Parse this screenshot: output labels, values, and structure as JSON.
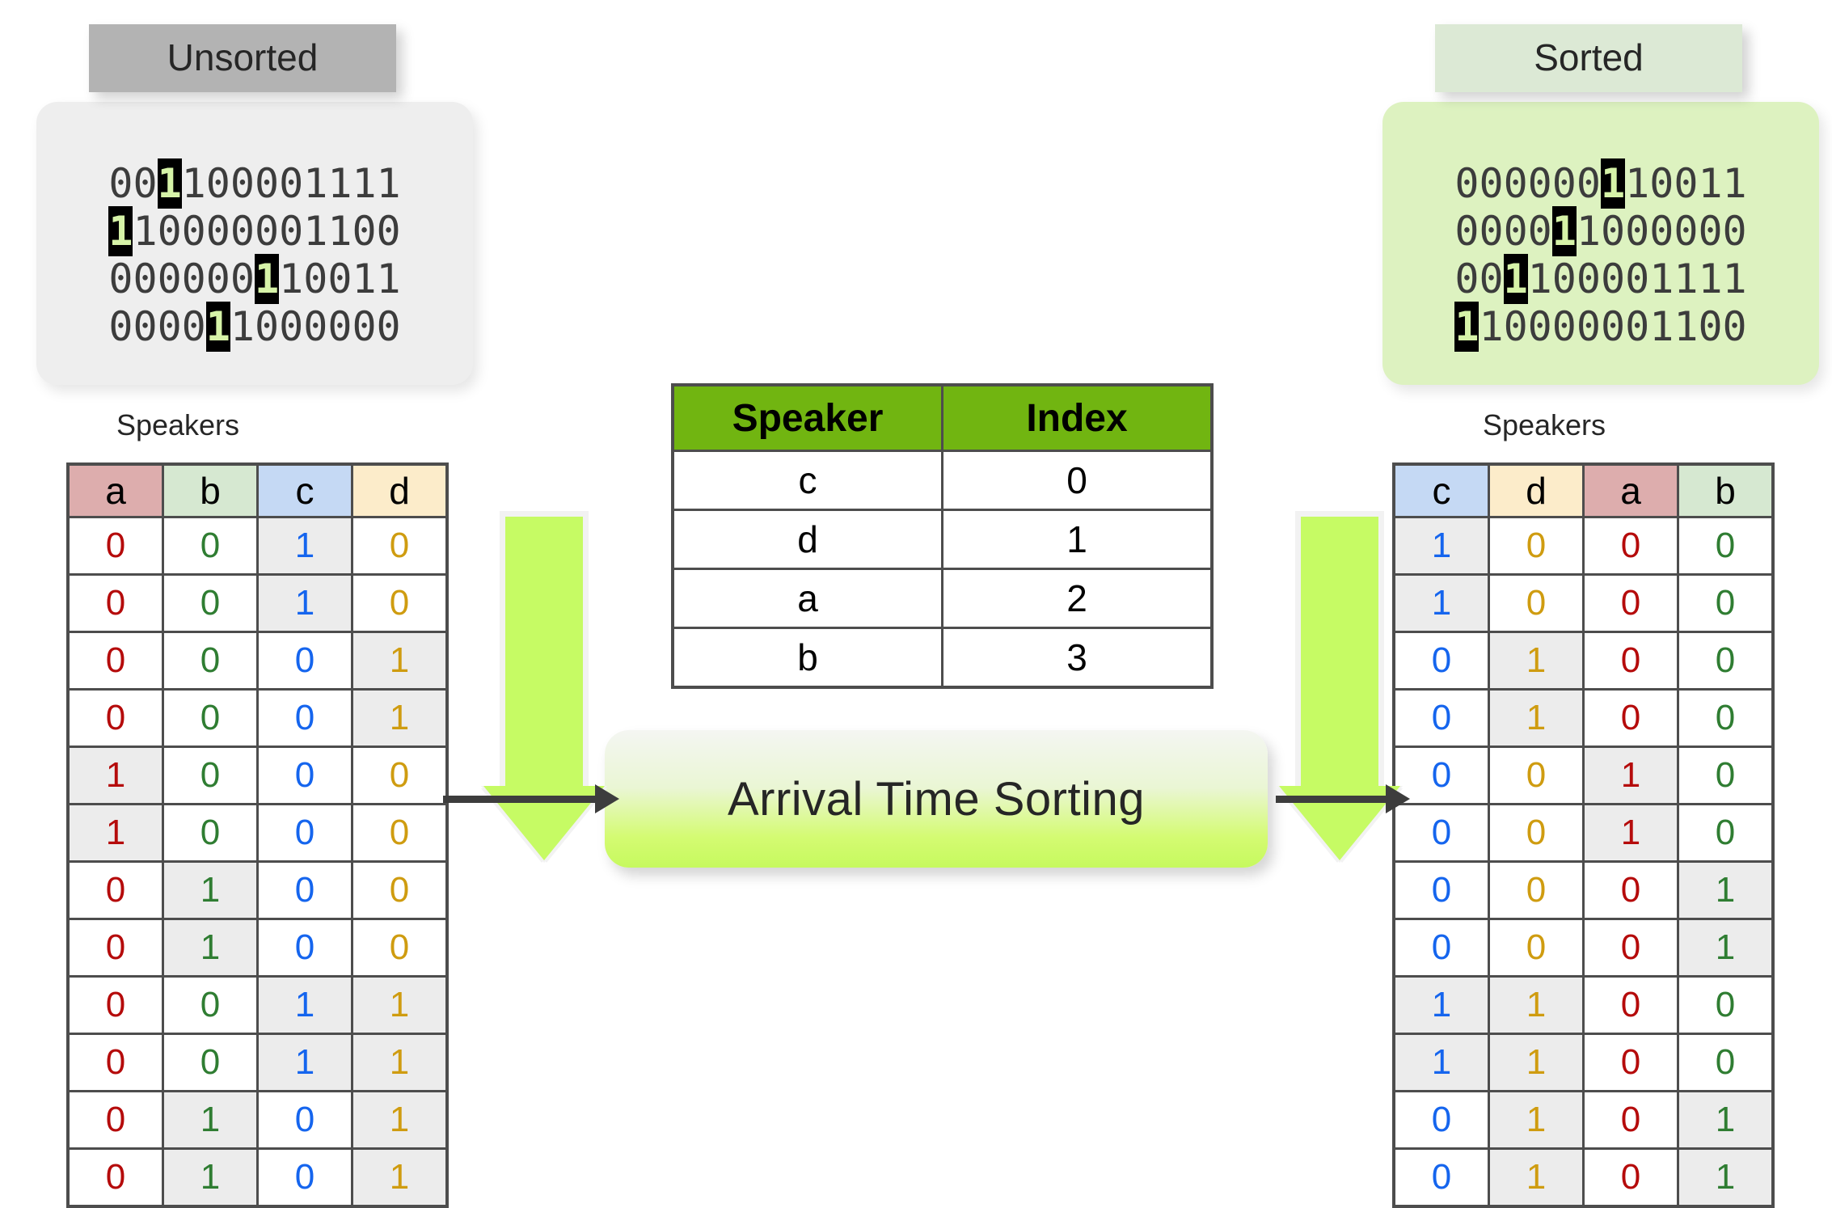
{
  "panels": {
    "unsorted": {
      "title": "Unsorted",
      "title_bg": "#b3b3b3",
      "body_bg": "#eeeeee",
      "rows": [
        {
          "text": "001100001111",
          "highlight_index": 2
        },
        {
          "text": "110000001100",
          "highlight_index": 0
        },
        {
          "text": "000000110011",
          "highlight_index": 6
        },
        {
          "text": "000011000000",
          "highlight_index": 4
        }
      ]
    },
    "sorted": {
      "title": "Sorted",
      "title_bg": "#dce9d5",
      "body_bg": "#ddf2c0",
      "rows": [
        {
          "text": "000000110011",
          "highlight_index": 6
        },
        {
          "text": "000011000000",
          "highlight_index": 4
        },
        {
          "text": "001100001111",
          "highlight_index": 2
        },
        {
          "text": "110000001100",
          "highlight_index": 0
        }
      ]
    }
  },
  "left_table": {
    "caption": "Speakers",
    "columns": [
      "a",
      "b",
      "c",
      "d"
    ],
    "rows": [
      [
        "0",
        "0",
        "1",
        "0"
      ],
      [
        "0",
        "0",
        "1",
        "0"
      ],
      [
        "0",
        "0",
        "0",
        "1"
      ],
      [
        "0",
        "0",
        "0",
        "1"
      ],
      [
        "1",
        "0",
        "0",
        "0"
      ],
      [
        "1",
        "0",
        "0",
        "0"
      ],
      [
        "0",
        "1",
        "0",
        "0"
      ],
      [
        "0",
        "1",
        "0",
        "0"
      ],
      [
        "0",
        "0",
        "1",
        "1"
      ],
      [
        "0",
        "0",
        "1",
        "1"
      ],
      [
        "0",
        "1",
        "0",
        "1"
      ],
      [
        "0",
        "1",
        "0",
        "1"
      ]
    ]
  },
  "right_table": {
    "caption": "Speakers",
    "columns": [
      "c",
      "d",
      "a",
      "b"
    ],
    "rows": [
      [
        "1",
        "0",
        "0",
        "0"
      ],
      [
        "1",
        "0",
        "0",
        "0"
      ],
      [
        "0",
        "1",
        "0",
        "0"
      ],
      [
        "0",
        "1",
        "0",
        "0"
      ],
      [
        "0",
        "0",
        "1",
        "0"
      ],
      [
        "0",
        "0",
        "1",
        "0"
      ],
      [
        "0",
        "0",
        "0",
        "1"
      ],
      [
        "0",
        "0",
        "0",
        "1"
      ],
      [
        "1",
        "1",
        "0",
        "0"
      ],
      [
        "1",
        "1",
        "0",
        "0"
      ],
      [
        "0",
        "1",
        "0",
        "1"
      ],
      [
        "0",
        "1",
        "0",
        "1"
      ]
    ]
  },
  "index_table": {
    "headers": [
      "Speaker",
      "Index"
    ],
    "header_bg": "#71b511",
    "rows": [
      [
        "c",
        "0"
      ],
      [
        "d",
        "1"
      ],
      [
        "a",
        "2"
      ],
      [
        "b",
        "3"
      ]
    ]
  },
  "process": {
    "label": "Arrival Time Sorting",
    "accent": "#c6f95e"
  },
  "arrows": {
    "down_arrow_color": "#c6fb64",
    "connector_color": "#3d3d3d"
  },
  "speaker_colors": {
    "a": {
      "header": "#ddadad",
      "text": "#b50b0b"
    },
    "b": {
      "header": "#d6e8d1",
      "text": "#2f7d32"
    },
    "c": {
      "header": "#c5d9f4",
      "text": "#1565ee"
    },
    "d": {
      "header": "#fcecca",
      "text": "#cf9c10"
    }
  }
}
